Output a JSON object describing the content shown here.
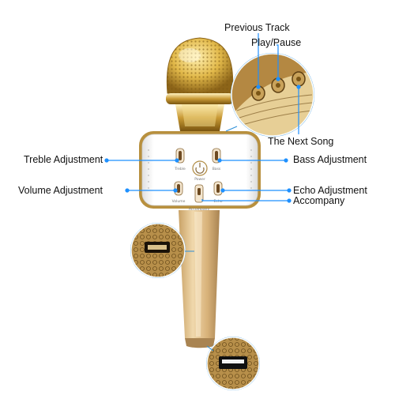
{
  "callouts": {
    "previous_track": "Previous Track",
    "play_pause": "Play/Pause",
    "next_song": "The Next Song",
    "treble": "Treble Adjustment",
    "bass": "Bass Adjustment",
    "volume": "Volume Adjustment",
    "echo": "Echo Adjustment",
    "accompany": "Accompany"
  },
  "panel_labels": {
    "treble": "Treble",
    "bass": "Bass",
    "volume": "Volume",
    "echo": "Echo",
    "power": "Power",
    "accompany": "Accompany"
  },
  "colors": {
    "accent": "#1e90ff",
    "gold": "#d9b45a",
    "panel": "#ffffff"
  }
}
